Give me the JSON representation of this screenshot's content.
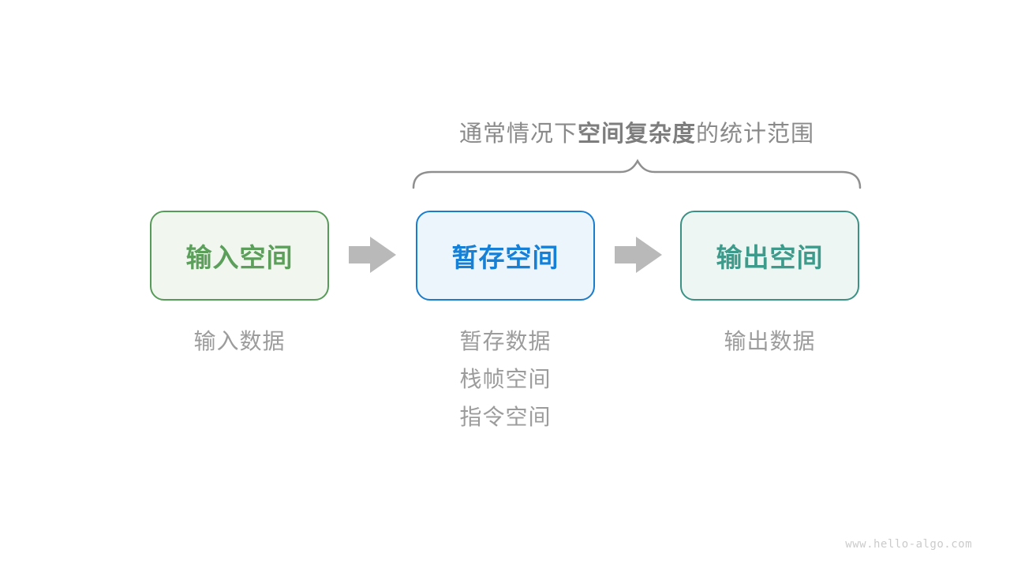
{
  "title": {
    "prefix": "通常情况下",
    "bold": "空间复杂度",
    "suffix": "的统计范围"
  },
  "columns": [
    {
      "box_label": "输入空间",
      "notes": [
        "输入数据"
      ],
      "border_color": "#579b58",
      "bg_color": "#f1f7ef",
      "text_color": "#5b9f5b"
    },
    {
      "box_label": "暂存空间",
      "notes": [
        "暂存数据",
        "栈帧空间",
        "指令空间"
      ],
      "border_color": "#1a7ccd",
      "bg_color": "#ecf5fc",
      "text_color": "#1580d5"
    },
    {
      "box_label": "输出空间",
      "notes": [
        "输出数据"
      ],
      "border_color": "#3a9184",
      "bg_color": "#eef6f3",
      "text_color": "#3e9a8a"
    }
  ],
  "watermark": "www.hello-algo.com",
  "colors": {
    "canvas-bg": "#ffffff",
    "arrow-gray": "#b9b9b9",
    "brace-gray": "#8f8f8f",
    "title-gray": "#8a8a8a",
    "title-bold-gray": "#7d7d7d",
    "note-gray": "#9c9c9c",
    "watermark-gray": "#cbcbcb"
  }
}
